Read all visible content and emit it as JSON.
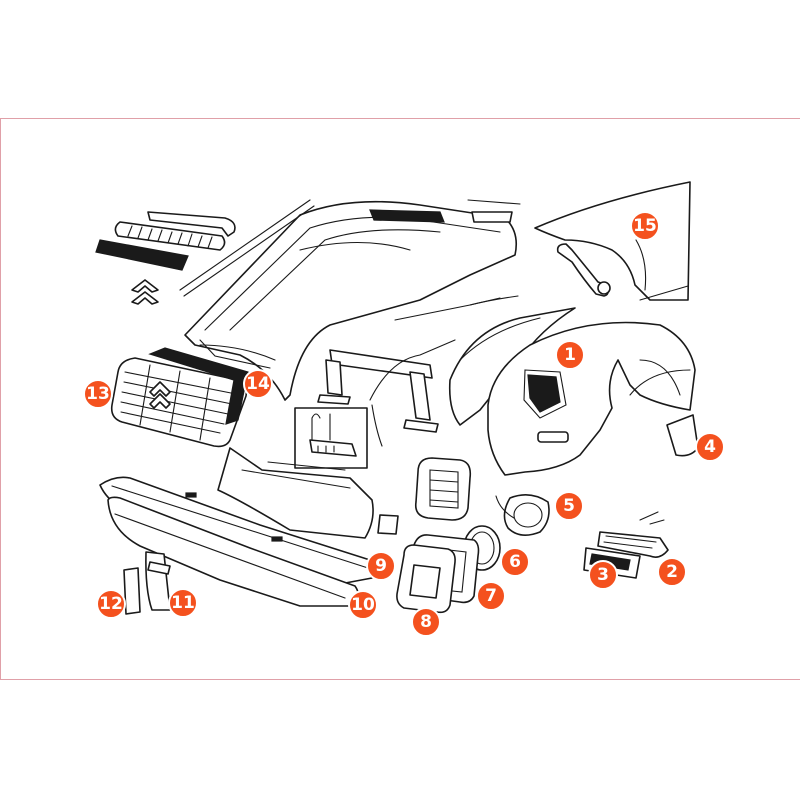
{
  "colors": {
    "callout": "#f4511e",
    "outline": "#1a1a1a",
    "frame": "#e0a0a8"
  },
  "callouts": [
    "1",
    "2",
    "3",
    "4",
    "5",
    "6",
    "7",
    "8",
    "9",
    "10",
    "11",
    "12",
    "13",
    "14",
    "15"
  ]
}
